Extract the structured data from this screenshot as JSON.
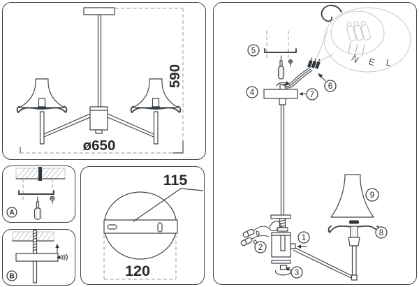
{
  "doc": {
    "kind": "lamp-assembly-instructions",
    "colors": {
      "line": "#3e454b",
      "dash_gray": "#a6acb2",
      "light_gray": "#c0c6cb",
      "wire_rose": "#c9a7a7",
      "background": "#ffffff"
    }
  },
  "overview": {
    "height": "590",
    "diameter": "ø650"
  },
  "step_a": {
    "label": "A"
  },
  "step_b": {
    "label": "B"
  },
  "canopy_detail": {
    "slot_spacing": "115",
    "plate_width": "120"
  },
  "assembly": {
    "callouts": [
      "1",
      "2",
      "3",
      "4",
      "5",
      "6",
      "7",
      "8",
      "9"
    ],
    "wires": [
      "N",
      "E",
      "L"
    ]
  }
}
